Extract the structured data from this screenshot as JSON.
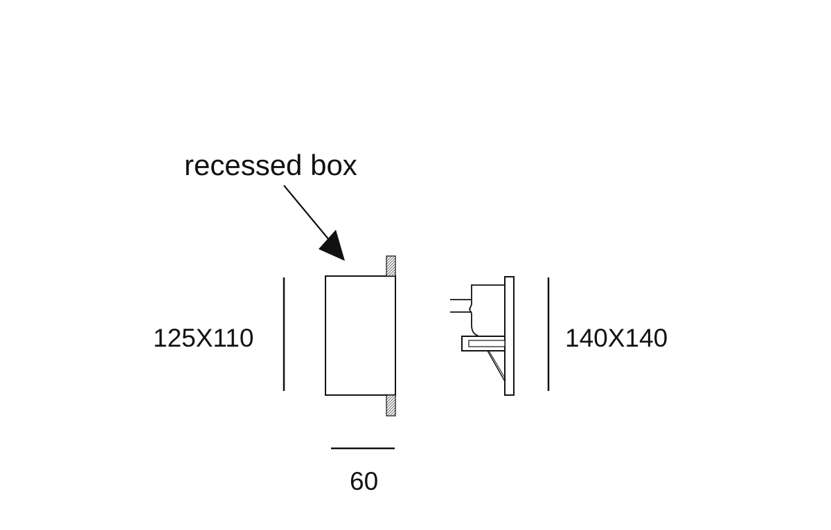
{
  "labels": {
    "recessed_box": "recessed box",
    "left_dimension": "125X110",
    "right_dimension": "140X140",
    "depth_dimension": "60"
  },
  "colors": {
    "stroke": "#111111",
    "hatch": "#555555",
    "background": "#ffffff"
  }
}
